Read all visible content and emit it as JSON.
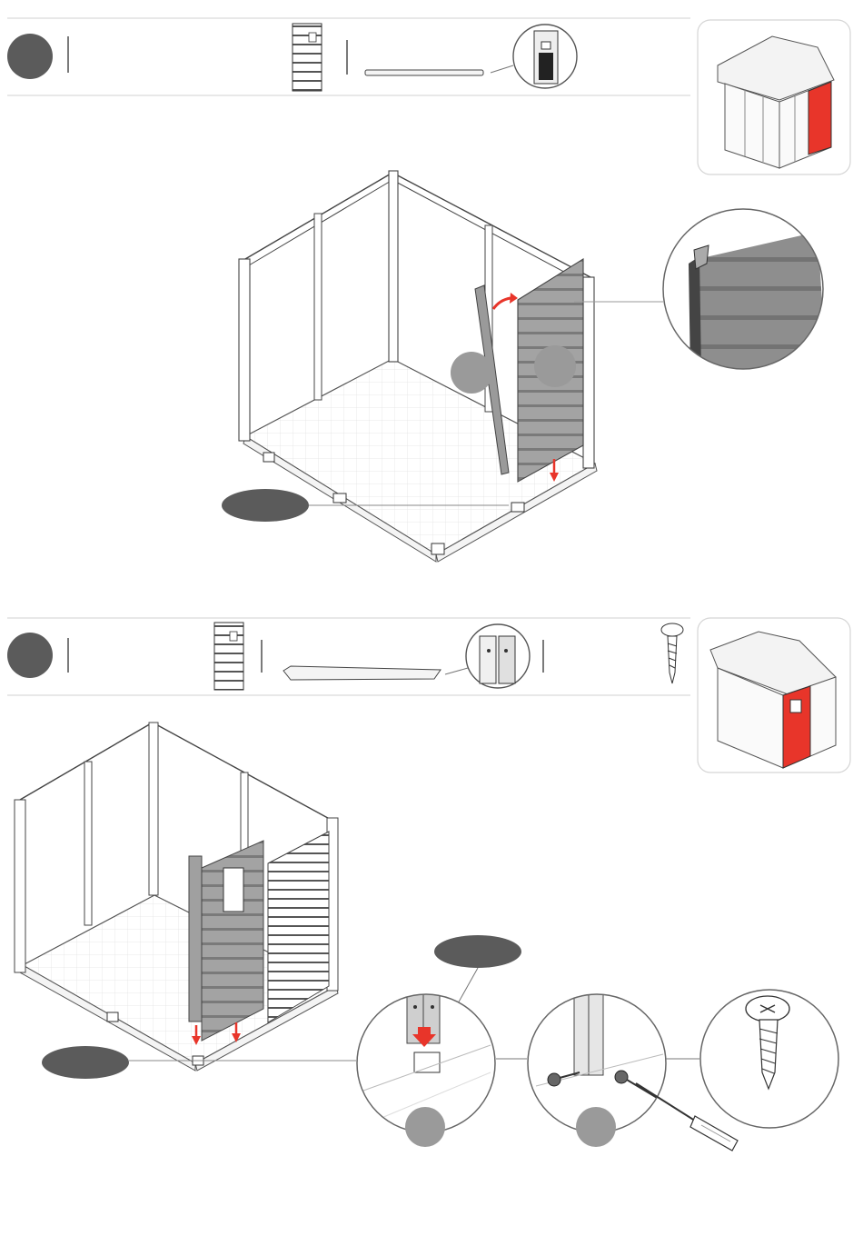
{
  "colors": {
    "accent_red": "#e8352a",
    "step_badge": "#5b5b5b",
    "panel_grey": "#9a9a9a",
    "panel_dark": "#7d7d7d",
    "line_grey": "#cfcfcf",
    "frame_outline": "#4a4a4a"
  },
  "step1": {
    "badge_icon": "step-number-badge",
    "parts_icons": [
      "wall-panel-icon",
      "profile-bar-icon",
      "connector-closeup-icon"
    ],
    "location_icon": "shed-locator-right-wall-icon",
    "detail_icon": "panel-edge-closeup-icon",
    "callout_badges": [
      "part-badge-a",
      "part-badge-b",
      "floor-connector-badge"
    ]
  },
  "step2": {
    "badge_icon": "step-number-badge",
    "parts_icons": [
      "window-panel-icon",
      "corner-profile-icon",
      "corner-connector-closeup-icon",
      "screw-icon"
    ],
    "location_icon": "shed-locator-front-wall-icon",
    "detail_icons": [
      "profile-drop-closeup-icon",
      "screw-fastening-closeup-icon",
      "screw-closeup-icon"
    ],
    "callout_badges": [
      "corner-badge",
      "floor-connector-badge",
      "detail-a-badge",
      "detail-b-badge"
    ]
  }
}
